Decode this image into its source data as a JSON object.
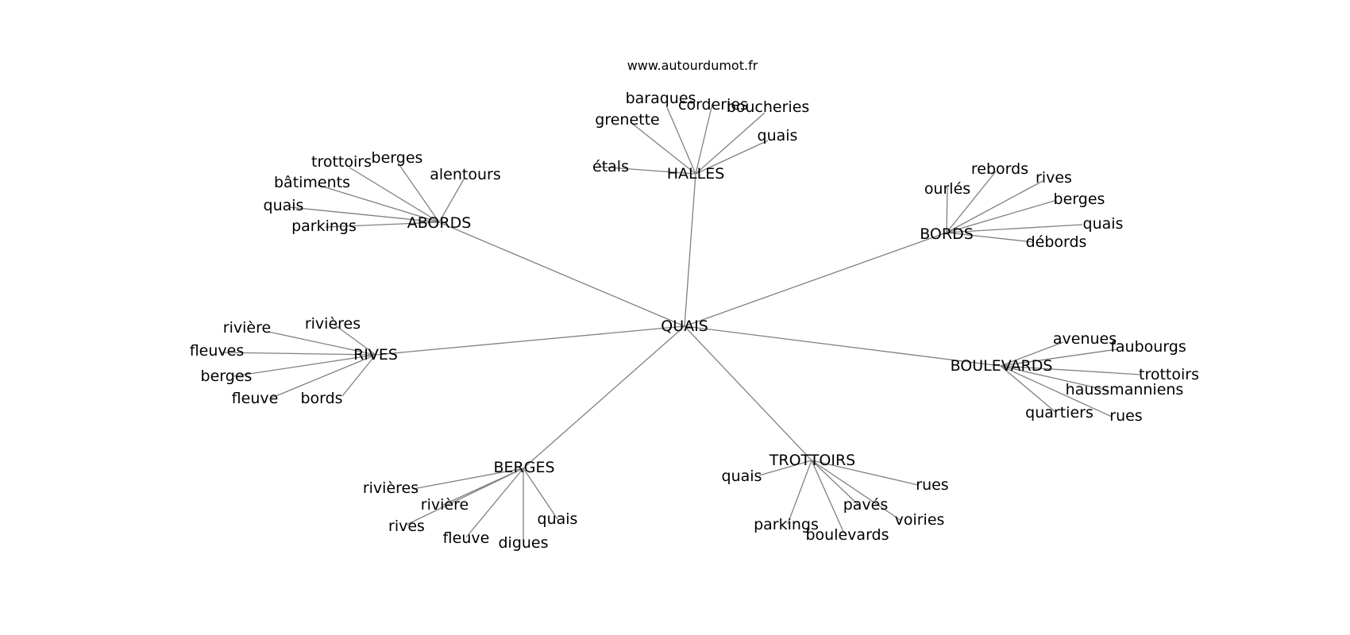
{
  "credit": "www.autourdumot.fr",
  "edge_color": "#808080",
  "center": "QUAIS",
  "clusters": [
    {
      "hub": "HALLES",
      "leaves": [
        "baraques",
        "corderies",
        "boucheries",
        "grenette",
        "quais",
        "étals"
      ]
    },
    {
      "hub": "ABORDS",
      "leaves": [
        "trottoirs",
        "berges",
        "alentours",
        "bâtiments",
        "quais",
        "parkings"
      ]
    },
    {
      "hub": "BORDS",
      "leaves": [
        "rebords",
        "rives",
        "ourlés",
        "berges",
        "quais",
        "débords"
      ]
    },
    {
      "hub": "RIVES",
      "leaves": [
        "rivière",
        "rivières",
        "fleuves",
        "berges",
        "fleuve",
        "bords"
      ]
    },
    {
      "hub": "BOULEVARDS",
      "leaves": [
        "avenues",
        "faubourgs",
        "trottoirs",
        "haussmanniens",
        "quartiers",
        "rues"
      ]
    },
    {
      "hub": "BERGES",
      "leaves": [
        "rivières",
        "rivière",
        "rives",
        "fleuve",
        "digues",
        "quais"
      ]
    },
    {
      "hub": "TROTTOIRS",
      "leaves": [
        "quais",
        "rues",
        "pavés",
        "parkings",
        "voiries",
        "boulevards"
      ]
    }
  ]
}
